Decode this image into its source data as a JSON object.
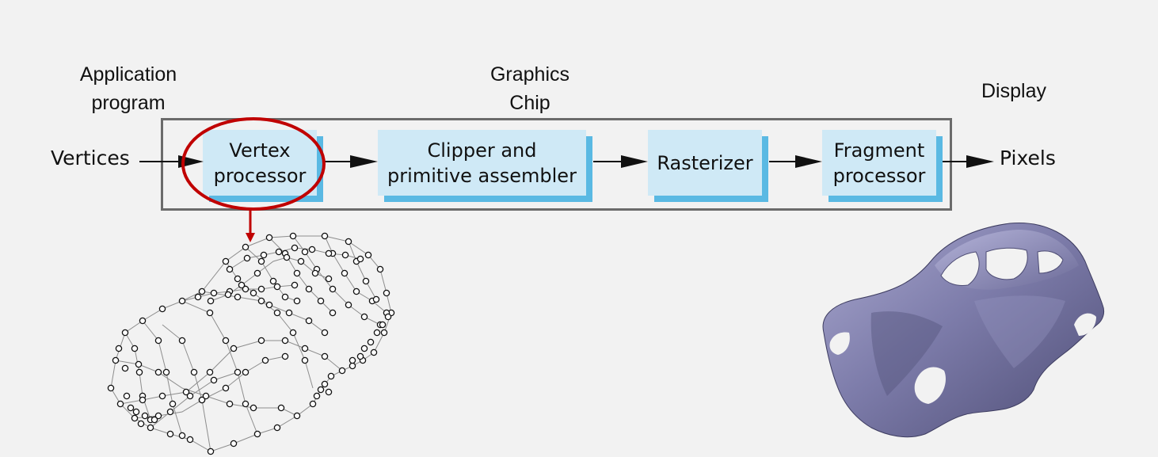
{
  "labels": {
    "application": [
      "Application",
      "program"
    ],
    "chip": [
      "Graphics",
      "Chip"
    ],
    "display": "Display",
    "input": "Vertices",
    "output": "Pixels"
  },
  "pipeline": {
    "stages": [
      {
        "lines": [
          "Vertex",
          "processor"
        ],
        "highlighted": true
      },
      {
        "lines": [
          "Clipper and",
          "primitive assembler"
        ]
      },
      {
        "lines": [
          "Rasterizer"
        ]
      },
      {
        "lines": [
          "Fragment",
          "processor"
        ]
      }
    ]
  },
  "colors": {
    "background": "#f2f2f2",
    "stage_fill": "#cfe9f6",
    "stage_shadow": "#5ab9e3",
    "frame": "#6b6b6b",
    "highlight": "#c00000",
    "car_body": "#7b7aa8"
  },
  "images": {
    "wireframe": "wireframe-car",
    "rendered": "shaded-car-body"
  }
}
